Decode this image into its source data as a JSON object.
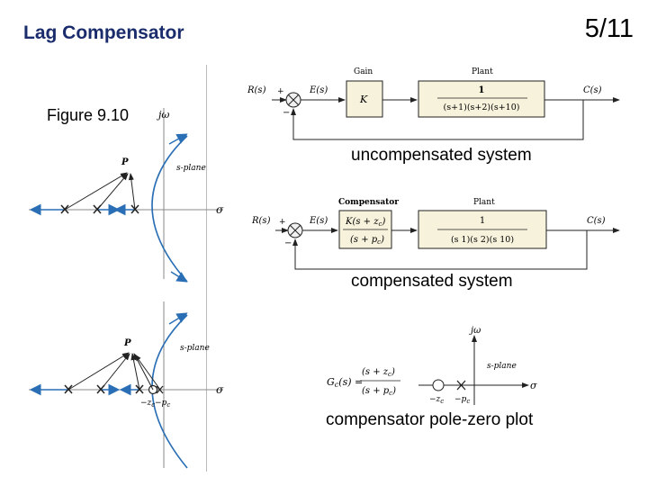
{
  "slide": {
    "title": "Lag Compensator",
    "page_number": "5/11",
    "figure_label": "Figure 9.10"
  },
  "captions": {
    "uncompensated": "uncompensated system",
    "compensated": "compensated system",
    "pole_zero": "compensator pole-zero plot"
  },
  "uncompensated_diagram": {
    "input": "R(s)",
    "plus": "+",
    "minus": "−",
    "error": "E(s)",
    "gain_title": "Gain",
    "gain_block": "K",
    "plant_title": "Plant",
    "plant_num": "1",
    "plant_den": "(s+1)(s+2)(s+10)",
    "output": "C(s)"
  },
  "compensated_diagram": {
    "input": "R(s)",
    "plus": "+",
    "minus": "−",
    "error": "E(s)",
    "comp_title": "Compensator",
    "comp_num": "K(s + z",
    "comp_num_sub": "c",
    "comp_den": "(s + p",
    "comp_den_sub": "c",
    "plant_title": "Plant",
    "plant_num": "1",
    "plant_den": "(s   1)(s   2)(s   10)",
    "output": "C(s)"
  },
  "splane_top": {
    "jw_label": "jω",
    "sigma_label": "σ",
    "plane_label": "s-plane",
    "point_label": "P"
  },
  "splane_bottom": {
    "jw_label": "jω",
    "sigma_label": "σ",
    "plane_label": "s-plane",
    "point_label": "P",
    "zc_label": "−z",
    "pc_label": "−p",
    "sub_c": "c"
  },
  "pole_zero_plot": {
    "gc_lhs": "G",
    "gc_sub": "c",
    "gc_arg": "(s) =",
    "gc_num": "(s + z",
    "gc_den": "(s + p",
    "sub_c": "c",
    "jw_label": "jω",
    "sigma_label": "σ",
    "plane_label": "s-plane",
    "zc_label": "−z",
    "pc_label": "−p"
  },
  "colors": {
    "title": "#1a2c6b",
    "axis_blue": "#2a6fb5",
    "block_fill": "#f7f2dc",
    "line": "#222222"
  }
}
